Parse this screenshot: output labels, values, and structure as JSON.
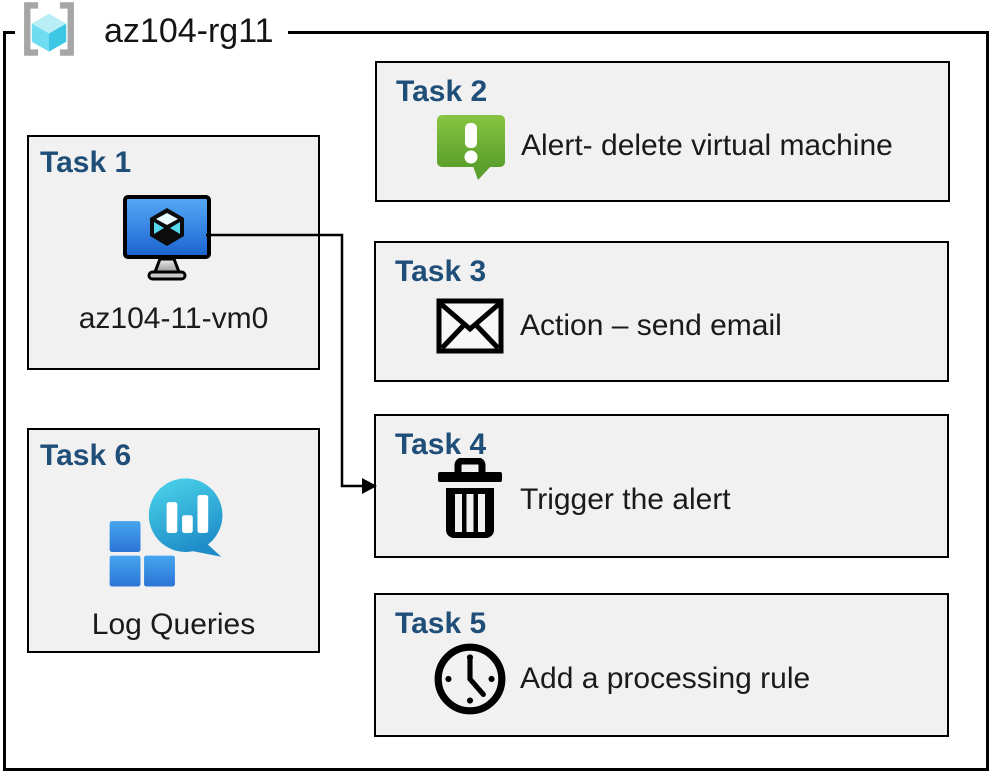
{
  "resource_group": {
    "name": "az104-rg11",
    "icon": "resource-group-icon"
  },
  "tasks": [
    {
      "id": "task-1",
      "title": "Task 1",
      "label": "az104-11-vm0",
      "icon": "virtual-machine-icon"
    },
    {
      "id": "task-2",
      "title": "Task 2",
      "label": "Alert- delete virtual machine",
      "icon": "alert-message-icon"
    },
    {
      "id": "task-3",
      "title": "Task 3",
      "label": "Action – send email",
      "icon": "email-envelope-icon"
    },
    {
      "id": "task-4",
      "title": "Task 4",
      "label": "Trigger the alert",
      "icon": "trash-delete-icon"
    },
    {
      "id": "task-5",
      "title": "Task 5",
      "label": "Add a processing rule",
      "icon": "clock-icon"
    },
    {
      "id": "task-6",
      "title": "Task 6",
      "label": "Log Queries",
      "icon": "log-analytics-icon"
    }
  ],
  "connector": {
    "from": "task-1",
    "to": "task-4",
    "style": "elbow-arrow"
  },
  "colors": {
    "task_header": "#1F4E79",
    "box_fill": "#F1F1F1",
    "outline": "#000000",
    "alert_green": "#76B82A",
    "vm_screen_blue": "#2E7FE0",
    "log_teal": "#32BEDD",
    "log_blue": "#2B74D6",
    "rg_cube_cyan": "#50D8EE",
    "bracket_gray": "#A6A6A6"
  }
}
